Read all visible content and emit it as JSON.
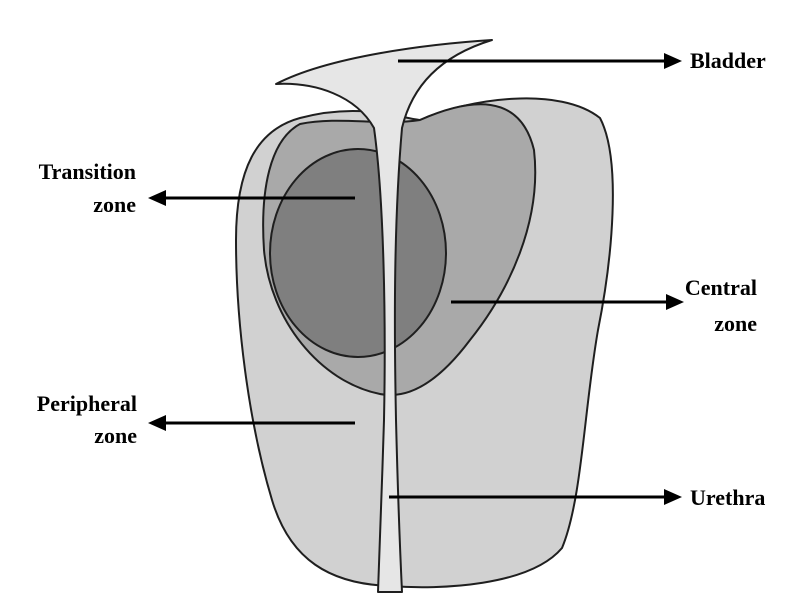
{
  "labels": {
    "bladder": "Bladder",
    "transition_line1": "Transition",
    "transition_line2": "zone",
    "central_line1": "Central",
    "central_line2": "zone",
    "peripheral_line1": "Peripheral",
    "peripheral_line2": "zone",
    "urethra": "Urethra"
  },
  "colors": {
    "peripheral_zone": "#d1d1d1",
    "central_zone": "#a9a9a9",
    "transition_zone": "#7f7f7f",
    "bladder_urethra": "#e6e6e6",
    "outline": "#1f1f1f",
    "arrow": "#000000"
  }
}
